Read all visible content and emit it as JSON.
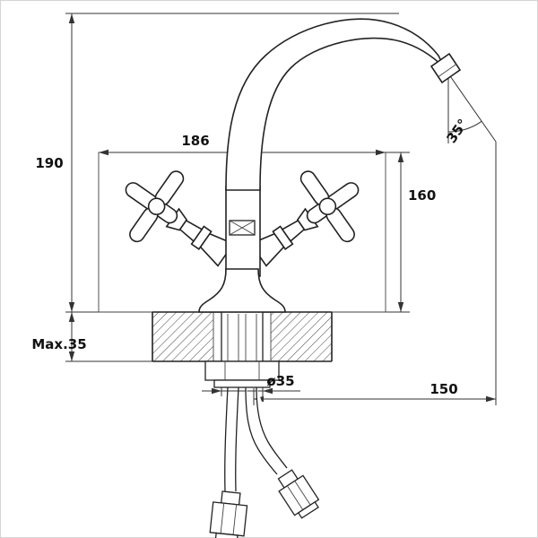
{
  "drawing": {
    "labels": {
      "overall_height": "190",
      "mount_width": "186",
      "spout_height": "160",
      "max_counter_thickness": "Max.35",
      "shank_diameter": "ø35",
      "spout_reach": "150",
      "outlet_angle": "35°"
    },
    "colors": {
      "line": "#2b2b2b",
      "background": "#ffffff"
    }
  }
}
